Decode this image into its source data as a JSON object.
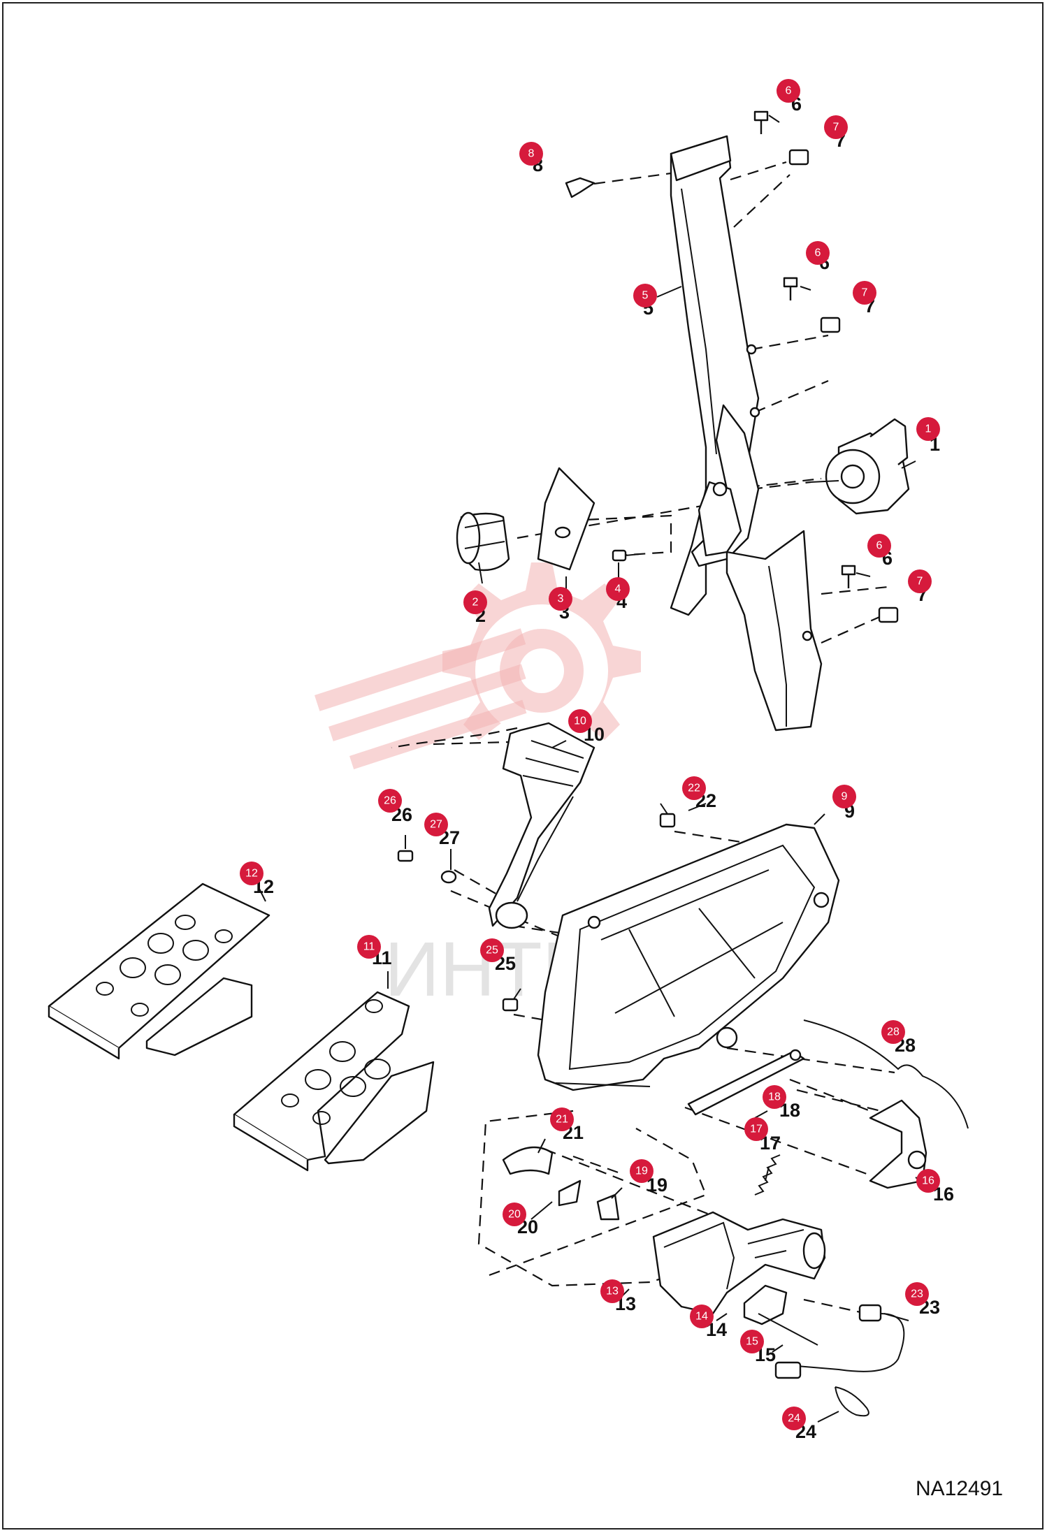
{
  "watermark": {
    "text": "ИНТЕХ",
    "logo": "gear-logo"
  },
  "doc_id": "NA12491",
  "colors": {
    "badge": "#d61a3c",
    "watermark": "#f2b3b3",
    "line": "#111111"
  },
  "callouts": [
    {
      "id": "c1",
      "num": "1"
    },
    {
      "id": "c2",
      "num": "2"
    },
    {
      "id": "c3",
      "num": "3"
    },
    {
      "id": "c4",
      "num": "4"
    },
    {
      "id": "c5",
      "num": "5"
    },
    {
      "id": "c6a",
      "num": "6"
    },
    {
      "id": "c6b",
      "num": "6"
    },
    {
      "id": "c6c",
      "num": "6"
    },
    {
      "id": "c7a",
      "num": "7"
    },
    {
      "id": "c7b",
      "num": "7"
    },
    {
      "id": "c7c",
      "num": "7"
    },
    {
      "id": "c8",
      "num": "8"
    },
    {
      "id": "c9",
      "num": "9"
    },
    {
      "id": "c10",
      "num": "10"
    },
    {
      "id": "c11",
      "num": "11"
    },
    {
      "id": "c12",
      "num": "12"
    },
    {
      "id": "c13",
      "num": "13"
    },
    {
      "id": "c14",
      "num": "14"
    },
    {
      "id": "c15",
      "num": "15"
    },
    {
      "id": "c16",
      "num": "16"
    },
    {
      "id": "c17",
      "num": "17"
    },
    {
      "id": "c18",
      "num": "18"
    },
    {
      "id": "c19",
      "num": "19"
    },
    {
      "id": "c20",
      "num": "20"
    },
    {
      "id": "c21",
      "num": "21"
    },
    {
      "id": "c22",
      "num": "22"
    },
    {
      "id": "c23",
      "num": "23"
    },
    {
      "id": "c24",
      "num": "24"
    },
    {
      "id": "c25",
      "num": "25"
    },
    {
      "id": "c26",
      "num": "26"
    },
    {
      "id": "c27",
      "num": "27"
    },
    {
      "id": "c28",
      "num": "28"
    }
  ]
}
